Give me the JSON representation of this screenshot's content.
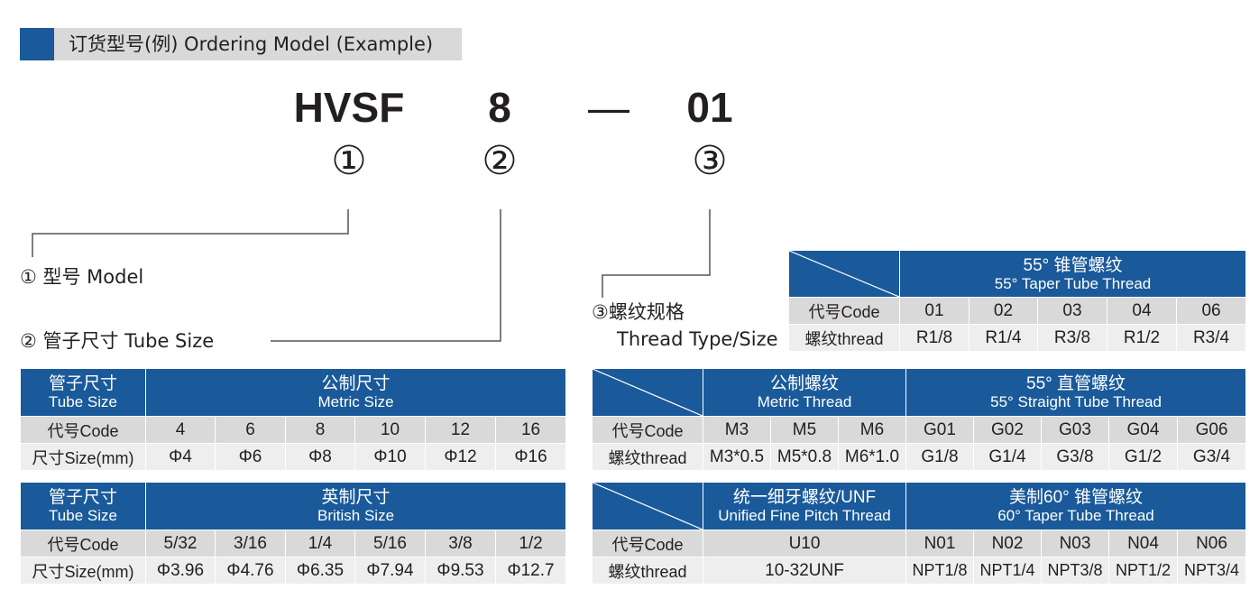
{
  "section_title": "订货型号(例) Ordering Model (Example)",
  "model": {
    "series": "HVSF",
    "size": "8",
    "dash": "—",
    "thread": "01",
    "n1": "①",
    "n2": "②",
    "n3": "③"
  },
  "labels": {
    "model": "① 型号 Model",
    "tube": "② 管子尺寸 Tube Size",
    "thread_cn": "③螺纹规格",
    "thread_en": "Thread Type/Size"
  },
  "taper": {
    "title_cn": "55° 锥管螺纹",
    "title_en": "55° Taper Tube Thread",
    "code_label": "代号Code",
    "thread_label": "螺纹thread",
    "codes": [
      "01",
      "02",
      "03",
      "04",
      "06"
    ],
    "threads": [
      "R1/8",
      "R1/4",
      "R3/8",
      "R1/2",
      "R3/4"
    ]
  },
  "metric_size": {
    "col_cn": "管子尺寸",
    "col_en": "Tube Size",
    "title_cn": "公制尺寸",
    "title_en": "Metric Size",
    "code_label": "代号Code",
    "size_label": "尺寸Size(mm)",
    "codes": [
      "4",
      "6",
      "8",
      "10",
      "12",
      "16"
    ],
    "sizes": [
      "Φ4",
      "Φ6",
      "Φ8",
      "Φ10",
      "Φ12",
      "Φ16"
    ]
  },
  "british_size": {
    "col_cn": "管子尺寸",
    "col_en": "Tube Size",
    "title_cn": "英制尺寸",
    "title_en": "British Size",
    "code_label": "代号Code",
    "size_label": "尺寸Size(mm)",
    "codes": [
      "5/32",
      "3/16",
      "1/4",
      "5/16",
      "3/8",
      "1/2"
    ],
    "sizes": [
      "Φ3.96",
      "Φ4.76",
      "Φ6.35",
      "Φ7.94",
      "Φ9.53",
      "Φ12.7"
    ]
  },
  "thread_table_1": {
    "code_label": "代号Code",
    "thread_label": "螺纹thread",
    "metric_cn": "公制螺纹",
    "metric_en": "Metric Thread",
    "metric_codes": [
      "M3",
      "M5",
      "M6"
    ],
    "metric_threads": [
      "M3*0.5",
      "M5*0.8",
      "M6*1.0"
    ],
    "straight_cn": "55° 直管螺纹",
    "straight_en": "55° Straight Tube Thread",
    "straight_codes": [
      "G01",
      "G02",
      "G03",
      "G04",
      "G06"
    ],
    "straight_threads": [
      "G1/8",
      "G1/4",
      "G3/8",
      "G1/2",
      "G3/4"
    ]
  },
  "thread_table_2": {
    "code_label": "代号Code",
    "thread_label": "螺纹thread",
    "unf_cn": "统一细牙螺纹/UNF",
    "unf_en": "Unified Fine Pitch Thread",
    "unf_code": "U10",
    "unf_thread": "10-32UNF",
    "npt_cn": "美制60° 锥管螺纹",
    "npt_en": "60° Taper Tube Thread",
    "npt_codes": [
      "N01",
      "N02",
      "N03",
      "N04",
      "N06"
    ],
    "npt_threads": [
      "NPT1/8",
      "NPT1/4",
      "NPT3/8",
      "NPT1/2",
      "NPT3/4"
    ]
  },
  "colors": {
    "header_blue": "#1a5a9a",
    "row_gray": "#d9d9d9",
    "row_light": "#eeeeee"
  }
}
